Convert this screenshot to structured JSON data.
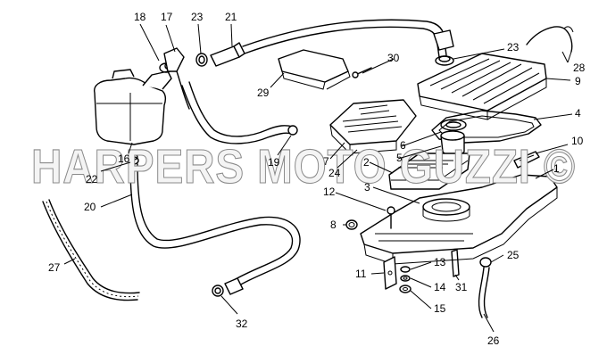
{
  "watermark": "HARPERS MOTO GUZZI ©",
  "callouts": {
    "c1": "1",
    "c2": "2",
    "c3": "3",
    "c4": "4",
    "c5": "5",
    "c6": "6",
    "c7": "7",
    "c8": "8",
    "c9": "9",
    "c10": "10",
    "c11": "11",
    "c12": "12",
    "c13": "13",
    "c14": "14",
    "c15": "15",
    "c16": "16",
    "c17": "17",
    "c18": "18",
    "c19": "19",
    "c20": "20",
    "c21": "21",
    "c22": "22",
    "c23a": "23",
    "c23b": "23",
    "c24": "24",
    "c25": "25",
    "c26": "26",
    "c27": "27",
    "c28": "28",
    "c29": "29",
    "c30": "30",
    "c31": "31",
    "c32": "32"
  }
}
